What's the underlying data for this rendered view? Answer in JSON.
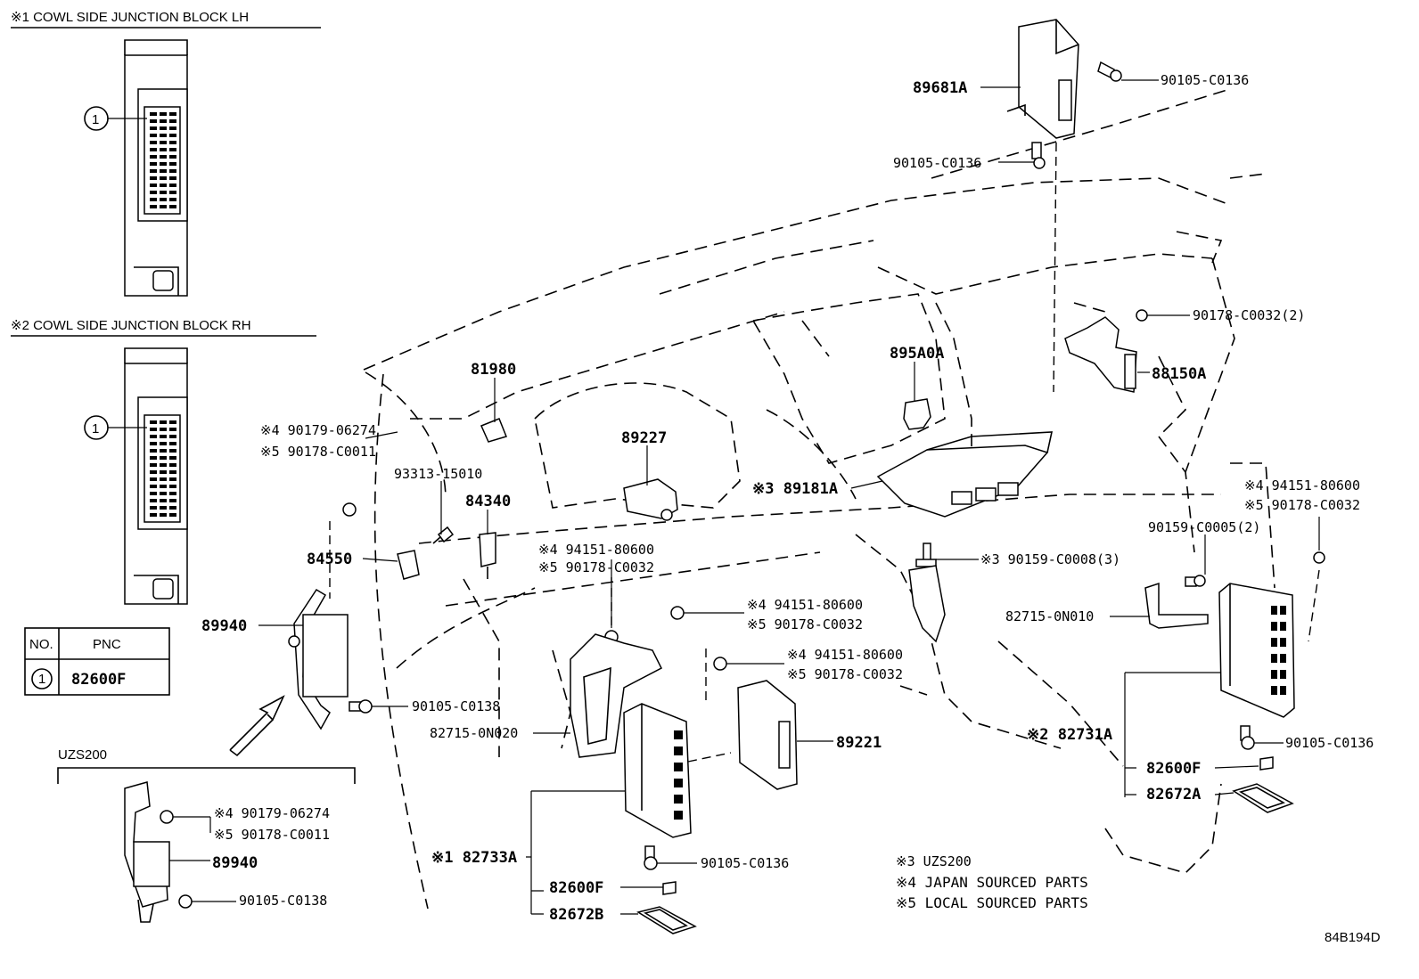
{
  "header_notes": {
    "lh_title": "※1 COWL SIDE JUNCTION BLOCK LH",
    "rh_title": "※2 COWL SIDE JUNCTION BLOCK RH",
    "callout_one": "1"
  },
  "pnc_table": {
    "col_no": "NO.",
    "col_pnc": "PNC",
    "row_no": "1",
    "row_pnc": "82600F"
  },
  "uzs_box": {
    "title": "UZS200",
    "l1": "※4  90179-06274",
    "l2": "※5  90178-C0011",
    "l3": "89940",
    "l4": "90105-C0138"
  },
  "labels": {
    "p89681A": "89681A",
    "p90105_C0136_top": "90105-C0136",
    "p90105_C0136_mid": "90105-C0136",
    "p90178_C0032_2": "90178-C0032(2)",
    "p88150A": "88150A",
    "p895A0A": "895A0A",
    "p81980": "81980",
    "p90179_06274": "※4 90179-06274",
    "p90178_C0011": "※5 90178-C0011",
    "p93313": "93313-15010",
    "p84340": "84340",
    "p89227": "89227",
    "p89181A": "※3 89181A",
    "p84550": "84550",
    "p89940": "89940",
    "p94151_a": "※4 94151-80600",
    "p90178_a": "※5 90178-C0032",
    "p94151_b": "※4 94151-80600",
    "p90178_b": "※5 90178-C0032",
    "p94151_c": "※4 94151-80600",
    "p90178_c": "※5 90178-C0032",
    "p94151_d": "※4 94151-80600",
    "p90178_d": "※5 90178-C0032",
    "p90159_C0005": "90159-C0005(2)",
    "p90159_C0008": "※3 90159-C0008(3)",
    "p82715_0N010": "82715-0N010",
    "p90105_C0138": "90105-C0138",
    "p82715_0N020": "82715-0N020",
    "p89221": "89221",
    "p82731A": "※2 82731A",
    "p90105_C0136_r": "90105-C0136",
    "p82600F_r": "82600F",
    "p82672A": "82672A",
    "p82733A": "※1 82733A",
    "p90105_C0136_b": "90105-C0136",
    "p82600F_b": "82600F",
    "p82672B": "82672B"
  },
  "footnotes": {
    "n3": "※3 UZS200",
    "n4": "※4 JAPAN SOURCED PARTS",
    "n5": "※5 LOCAL SOURCED PARTS"
  },
  "figure_id": "84B194D"
}
